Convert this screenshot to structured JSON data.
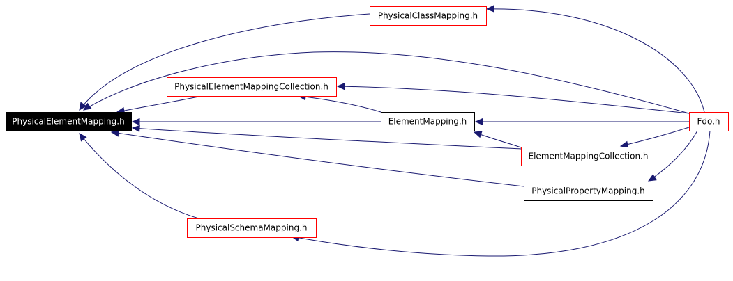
{
  "colors": {
    "edge": "#191970",
    "border_red": "#ff0000",
    "border_black": "#000000",
    "root_fill": "#000000",
    "root_text": "#ffffff",
    "node_fill": "#ffffff",
    "node_text": "#000000"
  },
  "nodes": [
    {
      "id": "pem",
      "label": "PhysicalElementMapping.h",
      "style": "root"
    },
    {
      "id": "pcm",
      "label": "PhysicalClassMapping.h",
      "style": "red"
    },
    {
      "id": "pemc",
      "label": "PhysicalElementMappingCollection.h",
      "style": "red"
    },
    {
      "id": "em",
      "label": "ElementMapping.h",
      "style": "black"
    },
    {
      "id": "fdo",
      "label": "Fdo.h",
      "style": "red"
    },
    {
      "id": "emc",
      "label": "ElementMappingCollection.h",
      "style": "red"
    },
    {
      "id": "ppm",
      "label": "PhysicalPropertyMapping.h",
      "style": "black"
    },
    {
      "id": "psm",
      "label": "PhysicalSchemaMapping.h",
      "style": "red"
    }
  ],
  "edges": [
    {
      "from": "pcm",
      "to": "pem"
    },
    {
      "from": "fdo",
      "to": "pcm"
    },
    {
      "from": "fdo",
      "to": "pem"
    },
    {
      "from": "pemc",
      "to": "pem"
    },
    {
      "from": "em",
      "to": "pemc"
    },
    {
      "from": "fdo",
      "to": "pemc"
    },
    {
      "from": "em",
      "to": "pem"
    },
    {
      "from": "fdo",
      "to": "em"
    },
    {
      "from": "emc",
      "to": "em"
    },
    {
      "from": "emc",
      "to": "pem"
    },
    {
      "from": "fdo",
      "to": "emc"
    },
    {
      "from": "ppm",
      "to": "pem"
    },
    {
      "from": "fdo",
      "to": "ppm"
    },
    {
      "from": "psm",
      "to": "pem"
    },
    {
      "from": "fdo",
      "to": "psm"
    }
  ]
}
